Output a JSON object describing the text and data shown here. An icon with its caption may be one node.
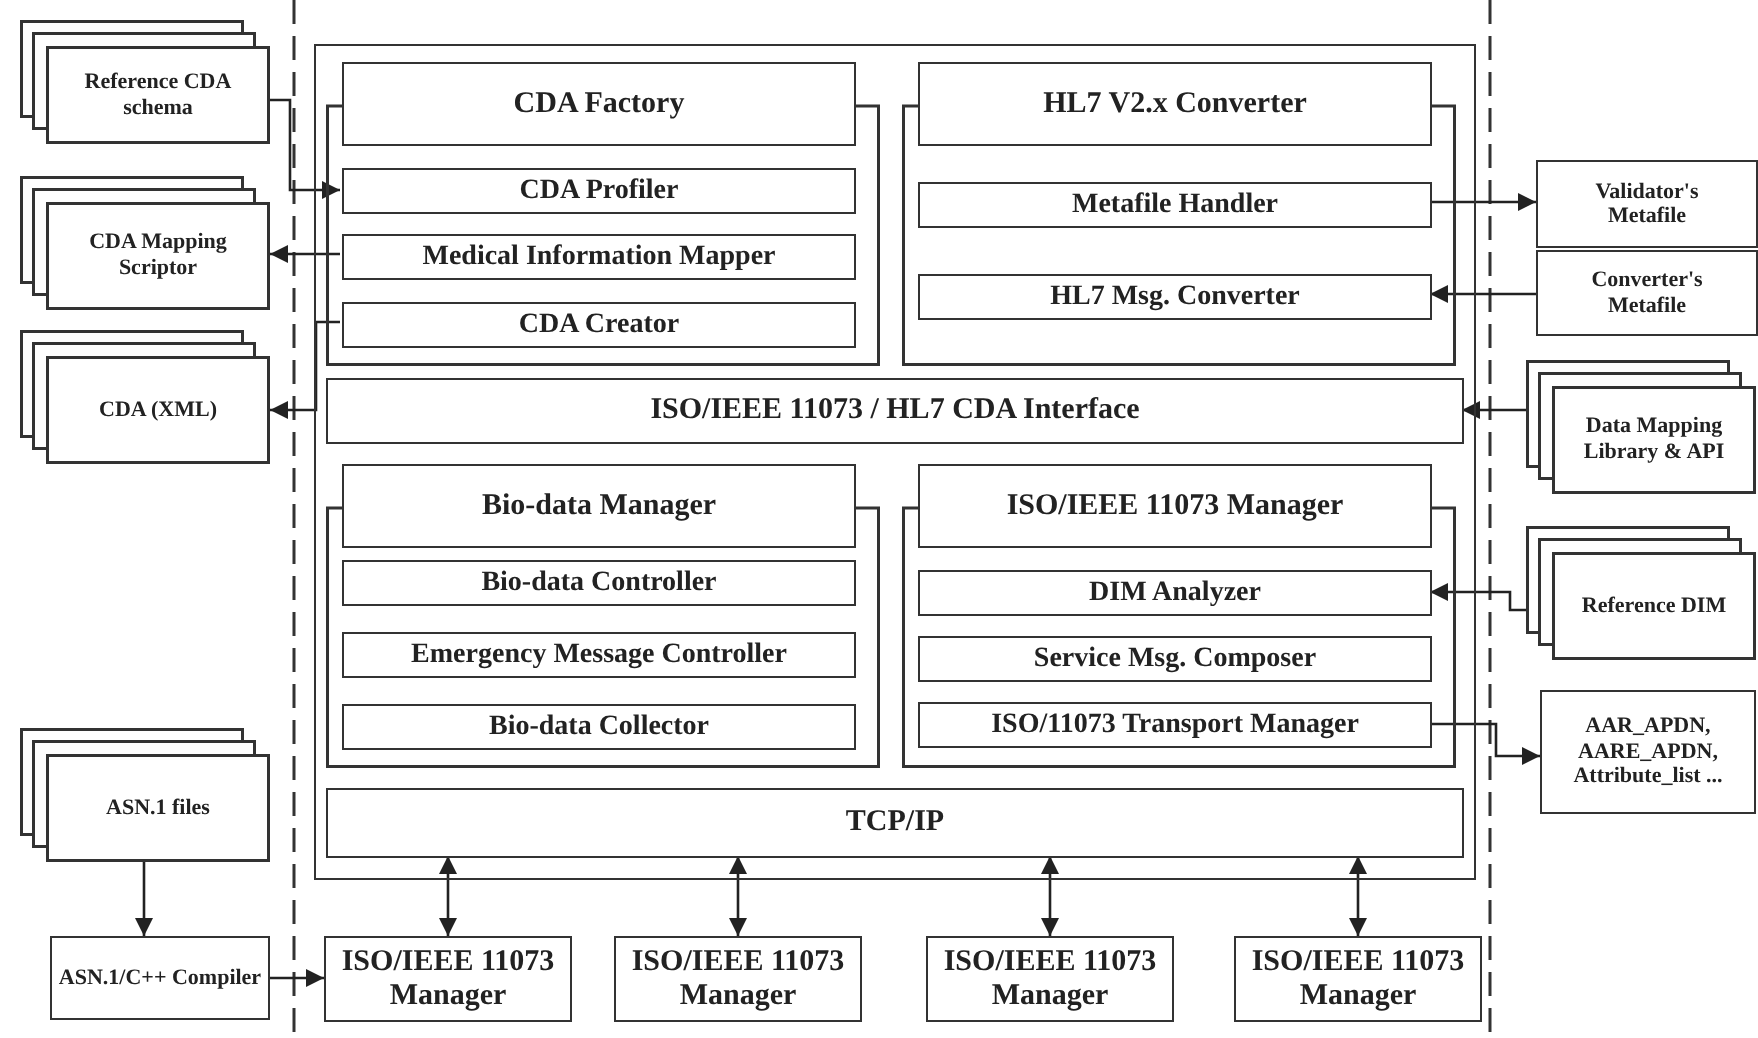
{
  "diagram": {
    "nodes": [
      {
        "text": [
          "Reference CDA schema"
        ]
      },
      {
        "text": [
          "CDA Mapping Scriptor"
        ]
      },
      {
        "text": [
          "CDA (XML)"
        ]
      },
      {
        "text": [],
        "shape": "box"
      },
      {
        "text": [
          "CDA Factory"
        ],
        "in": 3
      },
      {
        "text": [
          "CDA Profiler"
        ],
        "in": 4
      },
      {
        "text": [
          "Medical Information Mapper"
        ],
        "in": 4
      },
      {
        "text": [
          "CDA Creator"
        ],
        "in": 4
      },
      {
        "text": [
          "HL7 V2.x Converter"
        ],
        "in": 3
      },
      {
        "text": [
          "Metafile Handler"
        ],
        "in": 8
      },
      {
        "text": [
          "HL7 Msg. Converter"
        ],
        "in": 8
      },
      {
        "text": [
          "Validator's Metafile"
        ]
      },
      {
        "text": [
          "Converter's Metafile"
        ]
      },
      {
        "text": [
          "ISO/IEEE 11073 / HL7 CDA Interface"
        ],
        "in": 3
      },
      {
        "text": [
          "Data Mapping Library & API"
        ]
      },
      {
        "text": [
          "Bio-data Manager"
        ],
        "in": 3
      },
      {
        "text": [
          "Bio-data Controller"
        ],
        "in": 15
      },
      {
        "text": [
          "Emergency Message Controller"
        ],
        "in": 15
      },
      {
        "text": [
          "Bio-data Collector"
        ],
        "in": 15
      },
      {
        "text": [
          "ISO/IEEE 11073 Manager"
        ],
        "in": 3
      },
      {
        "text": [
          "DIM Analyzer"
        ],
        "in": 19
      },
      {
        "text": [
          "Service Msg. Composer"
        ],
        "in": 19
      },
      {
        "text": [
          "ISO/11073 Transport Manager"
        ],
        "in": 19
      },
      {
        "text": [
          "Reference DIM"
        ]
      },
      {
        "text": [
          "AAR_APDN, AARE_APDN, Attribute_list ..."
        ]
      },
      {
        "text": [
          "ASN.1 files"
        ]
      },
      {
        "text": [
          "TCP/IP"
        ],
        "in": 3
      },
      {
        "text": [
          "ISO/IEEE 11073 Manager"
        ]
      },
      {
        "text": [
          "ISO/IEEE 11073 Manager"
        ]
      },
      {
        "text": [
          "ISO/IEEE 11073 Manager"
        ]
      },
      {
        "text": [
          "ISO/IEEE 11073 Manager"
        ]
      },
      {
        "text": [
          "ASN.1/C++ Compiler"
        ]
      }
    ],
    "edges": [
      {
        "from": 0,
        "to": 5,
        "arrow": "to"
      },
      {
        "from": 6,
        "to": 1,
        "arrow": "to"
      },
      {
        "from": 7,
        "to": 2,
        "arrow": "to"
      },
      {
        "from": 9,
        "to": 11,
        "arrow": "to"
      },
      {
        "from": 12,
        "to": 10,
        "arrow": "to"
      },
      {
        "from": 14,
        "to": 13,
        "arrow": "to"
      },
      {
        "from": 23,
        "to": 20,
        "arrow": "to"
      },
      {
        "from": 22,
        "to": 24,
        "arrow": "to"
      },
      {
        "from": 26,
        "to": 27,
        "arrow": "both"
      },
      {
        "from": 26,
        "to": 28,
        "arrow": "both"
      },
      {
        "from": 26,
        "to": 29,
        "arrow": "both"
      },
      {
        "from": 26,
        "to": 30,
        "arrow": "both"
      },
      {
        "from": 25,
        "to": 31,
        "arrow": "to"
      },
      {
        "from": 31,
        "to": 27,
        "arrow": "to"
      }
    ]
  }
}
